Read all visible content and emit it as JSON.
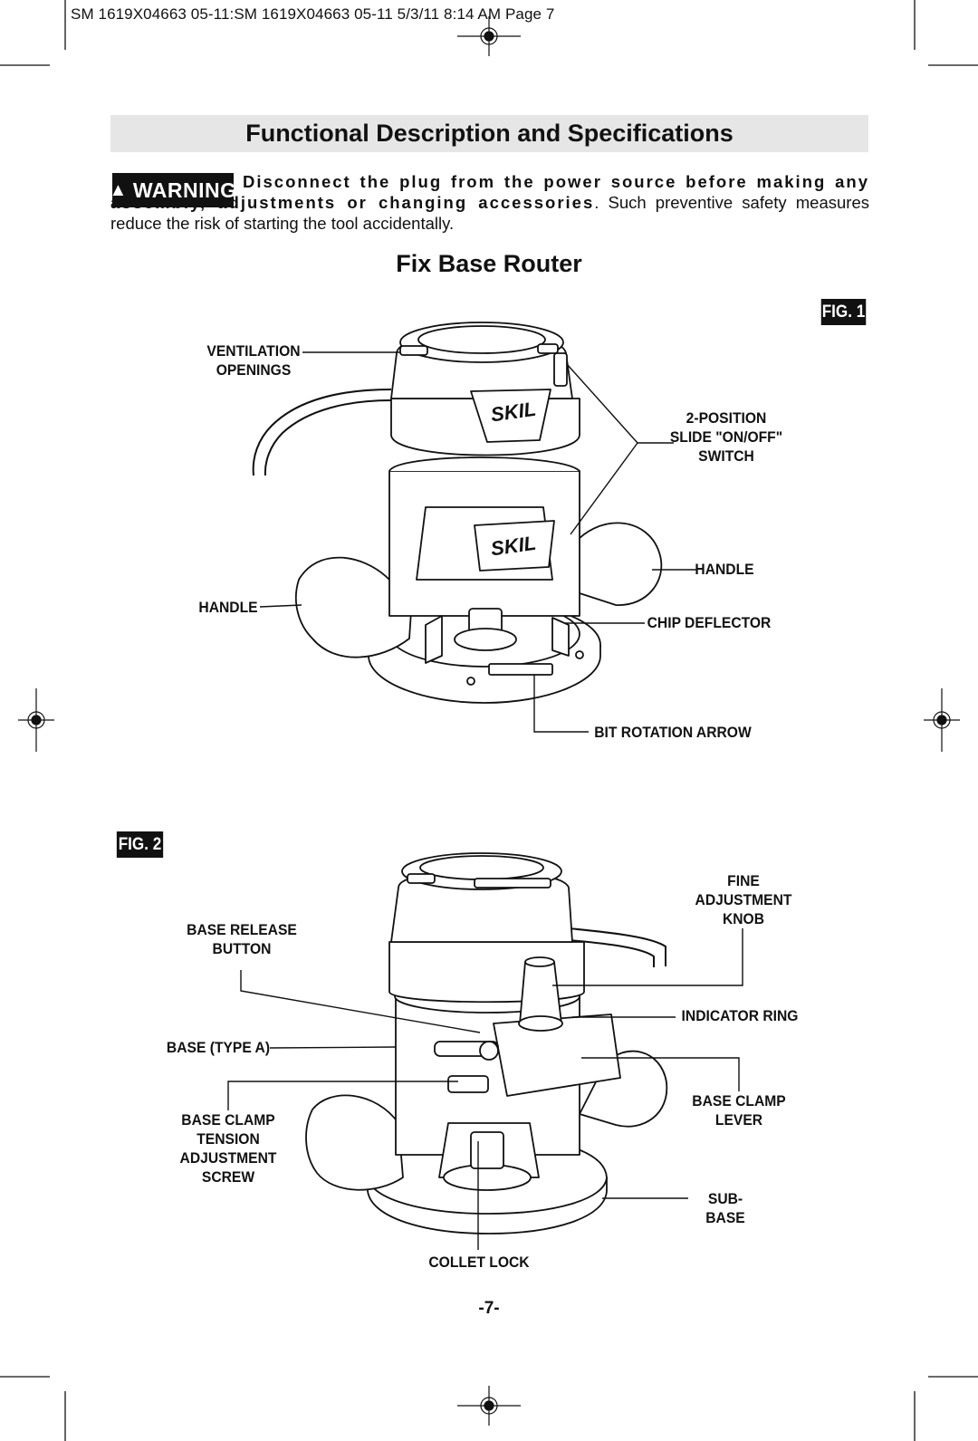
{
  "header": {
    "slug": "SM 1619X04663 05-11:SM 1619X04663 05-11  5/3/11  8:14 AM  Page 7"
  },
  "section_title": "Functional Description and Specifications",
  "warning": {
    "badge": "WARNING",
    "bold_text": "Disconnect the plug from the power source before making any assembly, adjustments or changing accessories",
    "normal_text": ". Such preventive safety measures reduce the risk of starting the tool accidentally."
  },
  "subtitle": "Fix Base Router",
  "figure1": {
    "tag": "FIG. 1",
    "labels": {
      "ventilation": "VENTILATION\nOPENINGS",
      "switch": "2-POSITION\nSLIDE \"ON/OFF\"\nSWITCH",
      "handle_right": "HANDLE",
      "handle_left": "HANDLE",
      "chip_deflector": "CHIP DEFLECTOR",
      "bit_rotation": "BIT ROTATION ARROW"
    },
    "logo": "SKIL"
  },
  "figure2": {
    "tag": "FIG. 2",
    "labels": {
      "fine_adjust": "FINE\nADJUSTMENT\nKNOB",
      "base_release": "BASE RELEASE\nBUTTON",
      "indicator_ring": "INDICATOR RING",
      "base_type": "BASE (TYPE A)",
      "base_clamp_lever": "BASE CLAMP\nLEVER",
      "tension_screw": "BASE CLAMP\nTENSION\nADJUSTMENT\nSCREW",
      "sub_base": "SUB-BASE",
      "collet_lock": "COLLET LOCK"
    }
  },
  "page_number": "-7-"
}
